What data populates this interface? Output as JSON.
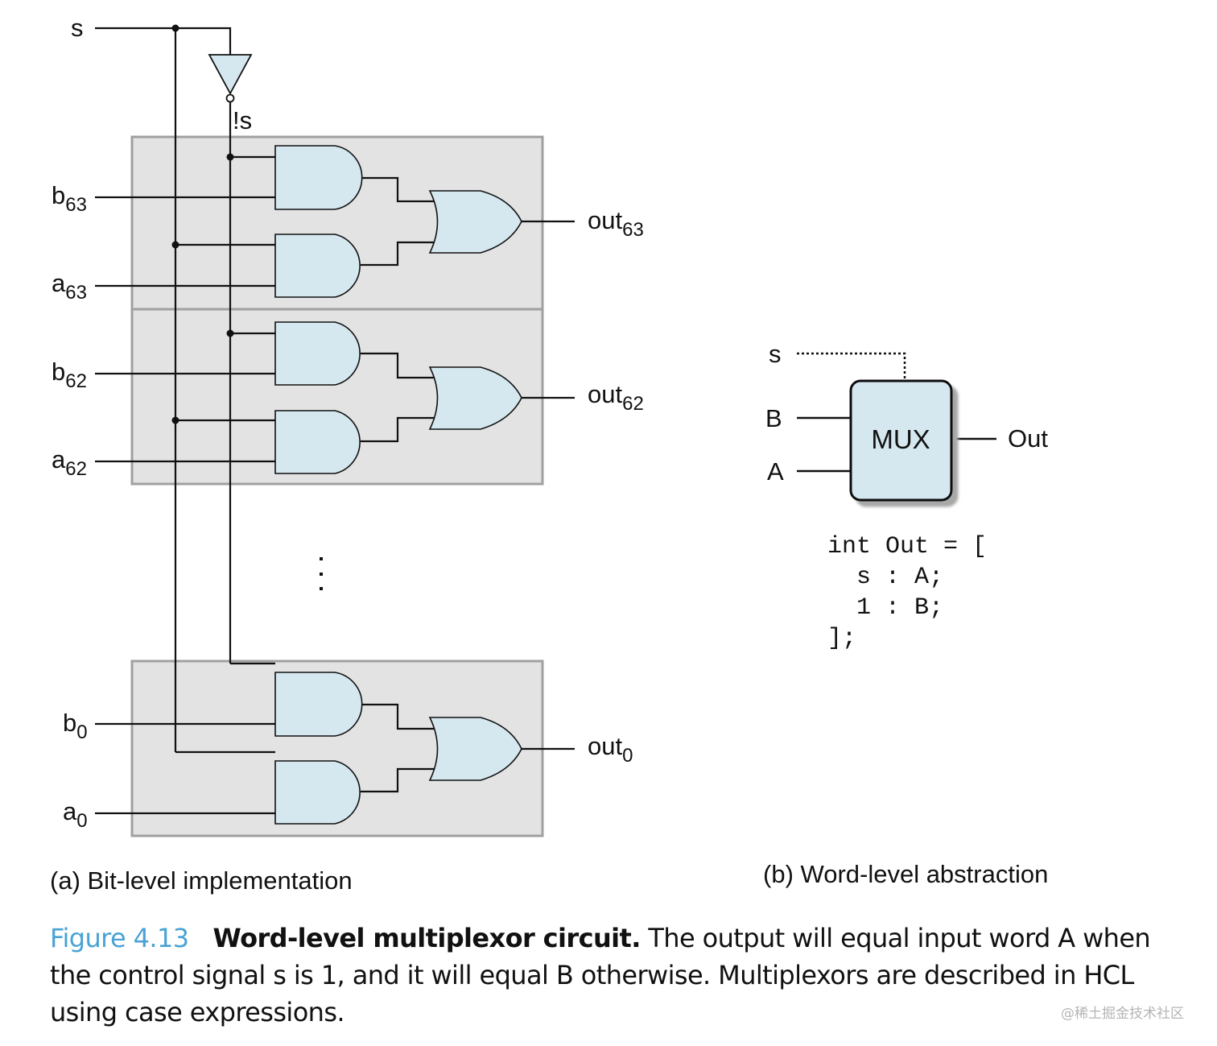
{
  "figure": {
    "number_label": "Figure 4.13",
    "title": "Word-level multiplexor circuit.",
    "description": "The output will equal input word A when the control signal s is 1, and it will equal B otherwise. Multiplexors are described in HCL using case expressions.",
    "watermark": "@稀土掘金技术社区"
  },
  "bit_level": {
    "caption": "(a) Bit-level implementation",
    "select_label": "s",
    "not_select_label": "!s",
    "ellipsis": "⋮",
    "slices": [
      {
        "b_label": "b",
        "a_label": "a",
        "out_label": "out",
        "index": "63"
      },
      {
        "b_label": "b",
        "a_label": "a",
        "out_label": "out",
        "index": "62"
      },
      {
        "b_label": "b",
        "a_label": "a",
        "out_label": "out",
        "index": "0"
      }
    ]
  },
  "word_level": {
    "caption": "(b) Word-level abstraction",
    "select_label": "s",
    "input_b": "B",
    "input_a": "A",
    "block_label": "MUX",
    "output_label": "Out",
    "hcl_lines": [
      "int Out = [",
      "  s : A;",
      "  1 : B;",
      "];"
    ]
  },
  "colors": {
    "gate_fill": "#d5e8f0",
    "panel_fill": "#e3e3e3",
    "panel_stroke": "#a0a0a0",
    "wire": "#111111",
    "figure_accent": "#4aa3d4"
  }
}
